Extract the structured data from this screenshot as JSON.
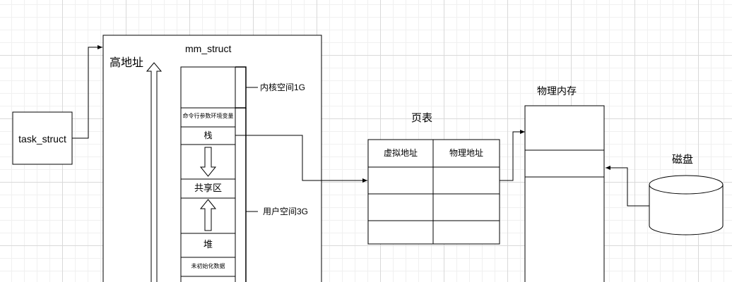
{
  "task_struct": "task_struct",
  "mm_struct": {
    "title": "mm_struct",
    "high_address": "高地址",
    "segments": {
      "cmdline_env": "命令行参数环境变量",
      "stack": "栈",
      "shared": "共享区",
      "heap": "堆",
      "bss": "未初始化数据"
    },
    "kernel_space": "内核空间1G",
    "user_space": "用户空间3G"
  },
  "page_table": {
    "title": "页表",
    "headers": [
      "虚拟地址",
      "物理地址"
    ]
  },
  "physical_memory": {
    "title": "物理内存"
  },
  "disk": {
    "title": "磁盘"
  }
}
